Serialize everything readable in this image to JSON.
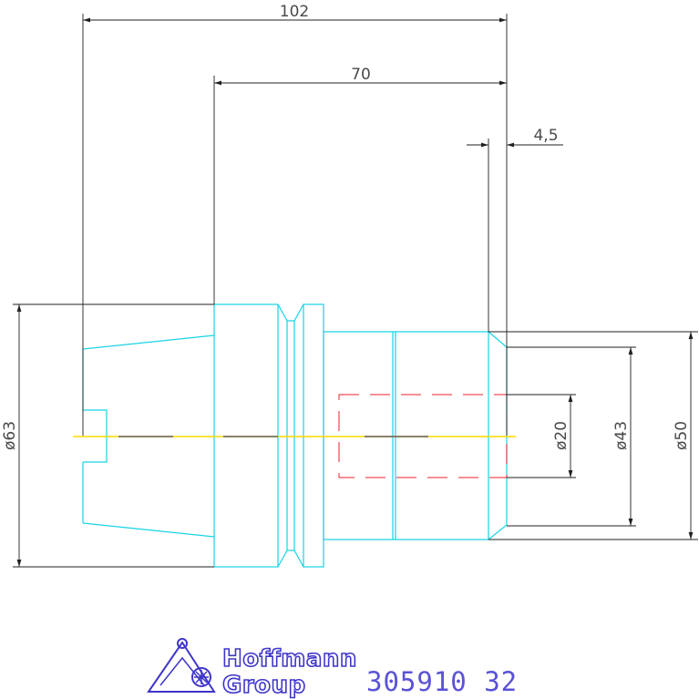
{
  "dimensions": {
    "total_length": "102",
    "body_length": "70",
    "face_offset": "4,5",
    "flange_diameter": "ø63",
    "bore_diameter": "ø20",
    "shank_diameter": "ø43",
    "nose_diameter": "ø50"
  },
  "branding": {
    "company_line1": "Hoffmann",
    "company_line2": "Group",
    "article_number": "305910  32"
  },
  "colors": {
    "part_outline": "#19d3e6",
    "dimension_lines": "#202020",
    "hidden_lines": "#e8232c",
    "center_line": "#ffd800",
    "brand": "#3f36c9"
  },
  "icons": [
    "hoffmann-logo-icon"
  ]
}
